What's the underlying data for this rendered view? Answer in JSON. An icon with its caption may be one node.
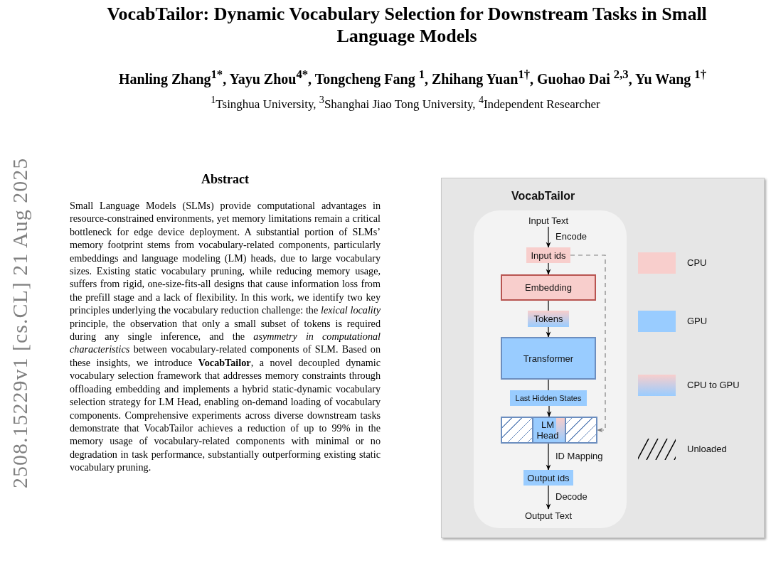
{
  "diagram": {
    "title": "VocabTailor: Dynamic Vocabulary Selection for Downstream Tasks in Small Language Models",
    "nodes": [
      {
        "text": [
          "VocabTailor"
        ]
      },
      {
        "text": [],
        "shape": "box",
        "in": 0
      },
      {
        "text": [
          "Input Text"
        ],
        "in": 1
      },
      {
        "text": [
          "Input ids"
        ],
        "in": 1
      },
      {
        "text": [
          "Embedding"
        ],
        "in": 1
      },
      {
        "text": [
          "Tokens"
        ],
        "in": 1
      },
      {
        "text": [
          "Transformer"
        ],
        "in": 1
      },
      {
        "text": [
          "Last Hidden States"
        ],
        "in": 1
      },
      {
        "text": [
          "LM Head"
        ],
        "in": 1
      },
      {
        "text": [
          "Output ids"
        ],
        "in": 1
      },
      {
        "text": [
          "Output Text"
        ],
        "in": 1
      }
    ],
    "edges": [
      {
        "from": 2,
        "to": 3,
        "arrow": "to",
        "label": "Encode"
      },
      {
        "from": 3,
        "to": 4,
        "arrow": "to"
      },
      {
        "from": 4,
        "to": 5,
        "arrow": "none"
      },
      {
        "from": 5,
        "to": 6,
        "arrow": "to"
      },
      {
        "from": 6,
        "to": 7,
        "arrow": "none"
      },
      {
        "from": 7,
        "to": 8,
        "arrow": "to"
      },
      {
        "from": 8,
        "to": 9,
        "arrow": "to",
        "label": "ID Mapping"
      },
      {
        "from": 9,
        "to": 10,
        "arrow": "to",
        "label": "Decode"
      },
      {
        "from": 3,
        "to": 8,
        "arrow": "to",
        "style": "dashed",
        "color": "#808080"
      }
    ],
    "labels": [
      "Hanling Zhang$^{1*}$, Yayu Zhou$^{4*}$, Tongcheng Fang $^{1}$, Zhihang Yuan$^{1†}$, Guohao Dai $^{2,3}$, Yu Wang $^{1†}$",
      "$^{1}$Tsinghua University, $^{3}$Shanghai Jiao Tong University, $^{4}$Independent Researcher",
      "2508.15229v1 [cs.CL] 21 Aug 2025",
      "Abstract",
      "Small Language Models (SLMs) provide computational advantages in resource-constrained environments, yet memory limitations remain a critical bottleneck for edge device deployment. A substantial portion of SLMs’ memory footprint stems from vocabulary-related components, particularly embeddings and language modeling (LM) heads, due to large vocabulary sizes. Existing static vocabulary pruning, while reducing memory usage, suffers from rigid, one-size-fits-all designs that cause information loss from the prefill stage and a lack of flexibility. In this work, we identify two key principles underlying the vocabulary reduction challenge: the *lexical locality* principle, the observation that only a small subset of tokens is required during any single inference, and the *asymmetry in computational characteristics* between vocabulary-related components of SLM. Based on these insights, we introduce **VocabTailor**, a novel decoupled dynamic vocabulary selection framework that addresses memory constraints through offloading embedding and implements a hybrid static-dynamic vocabulary selection strategy for LM Head, enabling on-demand loading of vocabulary components. Comprehensive experiments across diverse downstream tasks demonstrate that VocabTailor achieves a reduction of up to 99% in the memory usage of vocabulary-related components with minimal or no degradation in task performance, substantially outperforming existing static vocabulary pruning."
    ],
    "legend": [
      {
        "text": "CPU",
        "color": "#f8cecc"
      },
      {
        "text": "GPU",
        "color": "#99ccff"
      },
      {
        "text": "CPU to GPU"
      },
      {
        "text": "Unloaded"
      }
    ]
  }
}
